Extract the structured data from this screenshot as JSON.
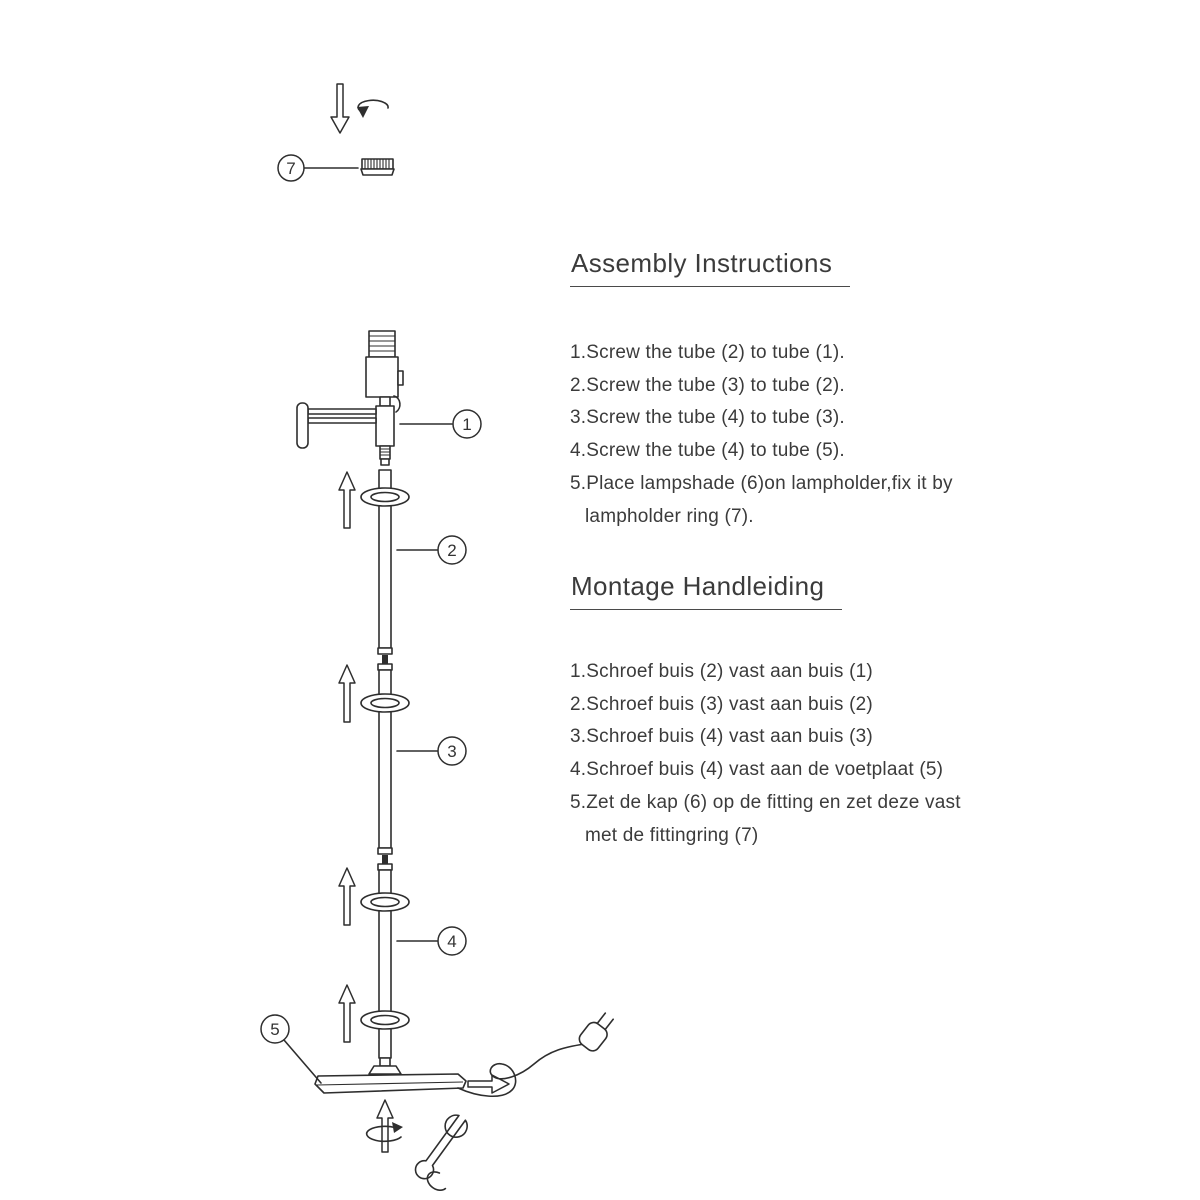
{
  "colors": {
    "background": "#ffffff",
    "line": "#2e2e2e",
    "text": "#3b3b3b"
  },
  "english": {
    "title": "Assembly Instructions",
    "lines": [
      "1.Screw the tube (2) to tube (1).",
      "2.Screw the tube (3) to tube (2).",
      "3.Screw the tube (4) to tube (3).",
      "4.Screw the tube (4) to tube (5).",
      "5.Place lampshade (6)on lampholder,fix it by",
      "lampholder ring (7)."
    ]
  },
  "dutch": {
    "title": "Montage Handleiding",
    "lines": [
      "1.Schroef buis (2) vast aan buis (1)",
      "2.Schroef buis (3) vast aan buis (2)",
      "3.Schroef buis (4) vast aan buis (3)",
      "4.Schroef buis (4) vast aan de voetplaat (5)",
      "5.Zet de kap (6) op de fitting en zet deze vast",
      "met de fittingring (7)"
    ]
  },
  "diagram": {
    "callouts": {
      "ring7": "7",
      "arm1": "1",
      "tube2": "2",
      "tube3": "3",
      "tube4": "4",
      "base5": "5"
    },
    "icons": [
      "down-arrow-icon",
      "rotate-arrow-icon",
      "up-arrow-icon",
      "right-arrow-icon",
      "wrench-icon",
      "power-plug-icon",
      "lampholder-ring-icon",
      "lampholder-icon",
      "swing-arm-icon",
      "tube-icon",
      "base-plate-icon",
      "power-cord-icon"
    ]
  }
}
